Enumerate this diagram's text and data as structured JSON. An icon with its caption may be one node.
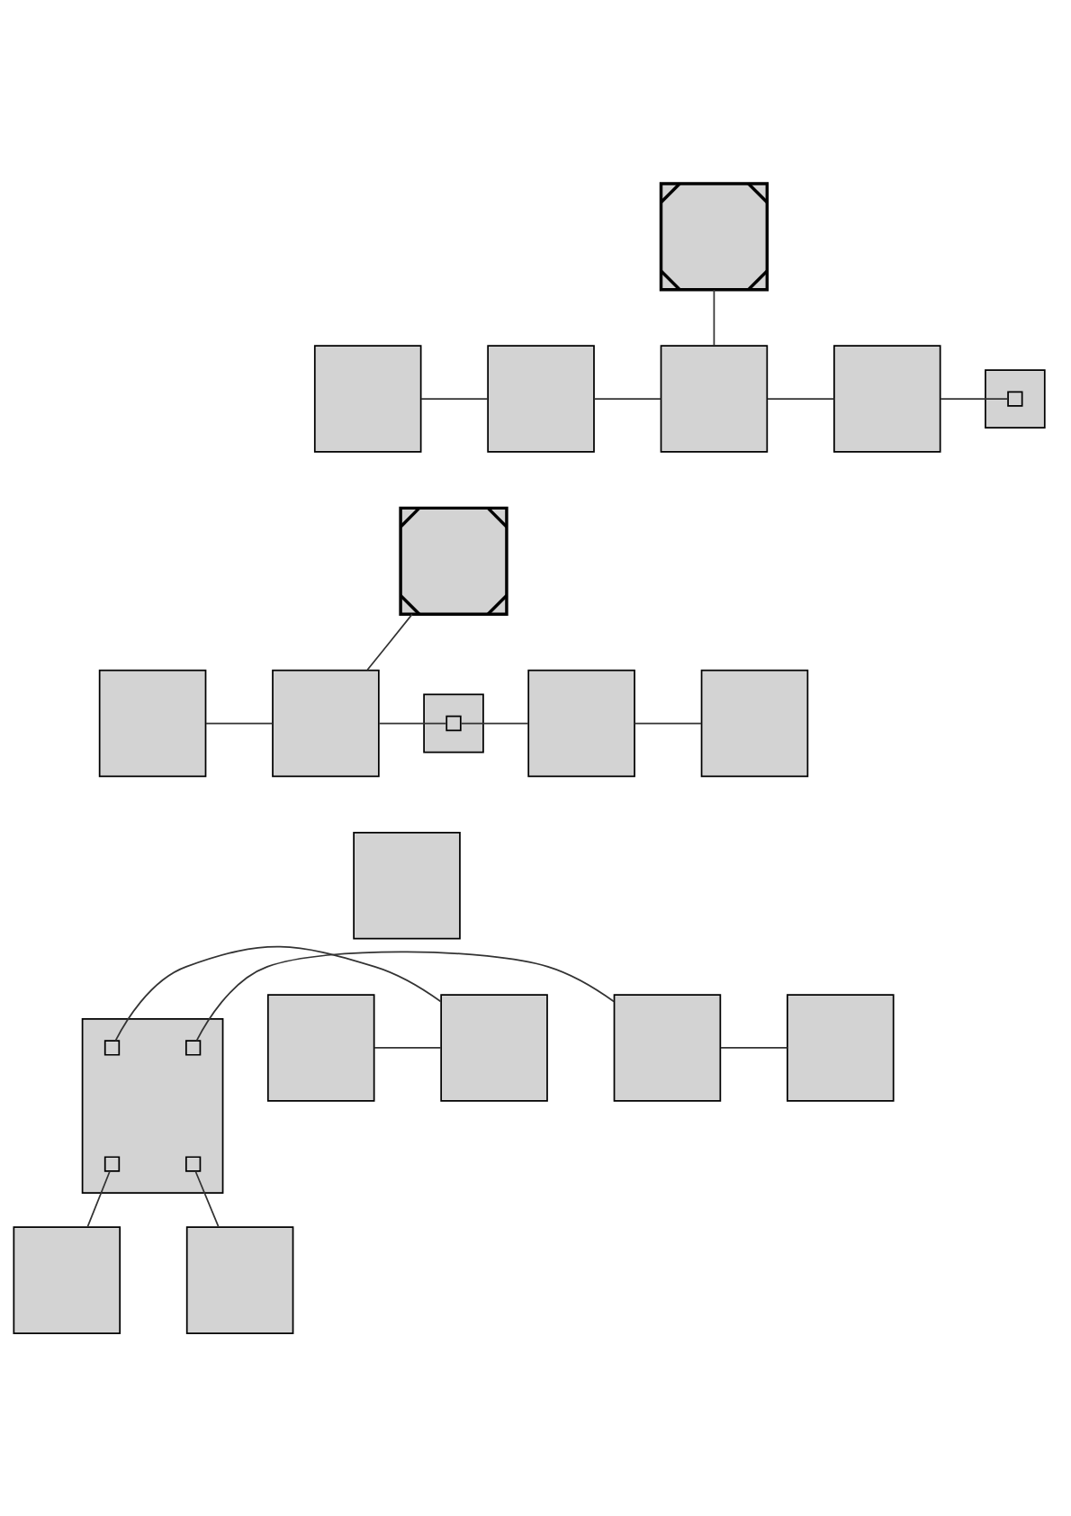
{
  "diagram": {
    "nodes": [
      {
        "text": [],
        "shape": "box"
      },
      {
        "text": [],
        "shape": "box"
      },
      {
        "text": [],
        "shape": "box"
      },
      {
        "text": [],
        "shape": "box"
      },
      {
        "text": [],
        "shape": "box"
      },
      {
        "text": [],
        "shape": "box"
      },
      {
        "text": [],
        "shape": "box",
        "in": 5
      },
      {
        "text": [],
        "shape": "box"
      },
      {
        "text": [],
        "shape": "box"
      },
      {
        "text": [],
        "shape": "box"
      },
      {
        "text": [],
        "shape": "box"
      },
      {
        "text": [],
        "shape": "box",
        "in": 10
      },
      {
        "text": [],
        "shape": "box"
      },
      {
        "text": [],
        "shape": "box"
      },
      {
        "text": [],
        "shape": "box"
      },
      {
        "text": [],
        "shape": "box"
      },
      {
        "text": [],
        "shape": "box",
        "in": 15
      },
      {
        "text": [],
        "shape": "box",
        "in": 15
      },
      {
        "text": [],
        "shape": "box",
        "in": 15
      },
      {
        "text": [],
        "shape": "box",
        "in": 15
      },
      {
        "text": [],
        "shape": "box"
      },
      {
        "text": [],
        "shape": "box"
      },
      {
        "text": [],
        "shape": "box"
      },
      {
        "text": [],
        "shape": "box"
      },
      {
        "text": [],
        "shape": "box"
      },
      {
        "text": [],
        "shape": "box"
      }
    ],
    "edges": [
      {
        "from": 0,
        "to": 3,
        "arrow": "none"
      },
      {
        "from": 1,
        "to": 2,
        "arrow": "none"
      },
      {
        "from": 2,
        "to": 3,
        "arrow": "none"
      },
      {
        "from": 3,
        "to": 4,
        "arrow": "none"
      },
      {
        "from": 4,
        "to": 6,
        "arrow": "none"
      },
      {
        "from": 7,
        "to": 9,
        "arrow": "none"
      },
      {
        "from": 8,
        "to": 9,
        "arrow": "none"
      },
      {
        "from": 9,
        "to": 11,
        "arrow": "none"
      },
      {
        "from": 11,
        "to": 12,
        "arrow": "none"
      },
      {
        "from": 12,
        "to": 13,
        "arrow": "none"
      },
      {
        "from": 20,
        "to": 21,
        "arrow": "none"
      },
      {
        "from": 21,
        "to": 16,
        "arrow": "none"
      },
      {
        "from": 18,
        "to": 22,
        "arrow": "none"
      },
      {
        "from": 22,
        "to": 23,
        "arrow": "none"
      },
      {
        "from": 17,
        "to": 24,
        "arrow": "none"
      },
      {
        "from": 19,
        "to": 25,
        "arrow": "none"
      }
    ]
  }
}
